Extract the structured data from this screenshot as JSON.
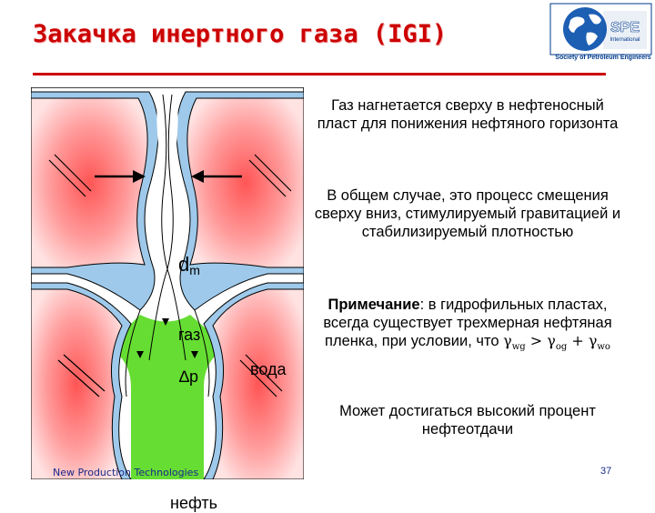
{
  "title": "Закачка инертного газа  (IGI)",
  "logo": {
    "abbr": "SPE",
    "sub": "International",
    "caption": "Society of Petroleum Engineers"
  },
  "diagram": {
    "label_dm_main": "d",
    "label_dm_sub": "m",
    "label_gas": "газ",
    "label_dp": "∆p",
    "label_water": "вода",
    "label_oil": "нефть"
  },
  "text": {
    "p1": "Газ нагнетается сверху в нефтеносный пласт для понижения нефтяного горизонта",
    "p2": "В общем случае, это процесс смещения сверху вниз, стимулируемый гравитацией и стабилизируемый плотностью",
    "p3_bold": "Примечание",
    "p3_rest": ": в гидрофильных пластах, всегда существует трехмерная нефтяная пленка, при условии, что",
    "formula": {
      "g1": "γ",
      "s1": "wg",
      "op1": " > ",
      "g2": "γ",
      "s2": "og",
      "op2": " + ",
      "g3": "γ",
      "s3": "wo"
    },
    "p4": "Может достигаться высокий процент нефтеотдачи"
  },
  "footer": {
    "left": "New Production Technologies",
    "page": "37"
  },
  "colors": {
    "title": "#cc0000",
    "grain_fill": "#ffd6d6",
    "grain_center": "#ff5555",
    "water_film": "#9ec9ea",
    "gas_film": "#ffffff",
    "oil": "#66dd33",
    "arrow": "#000000"
  }
}
